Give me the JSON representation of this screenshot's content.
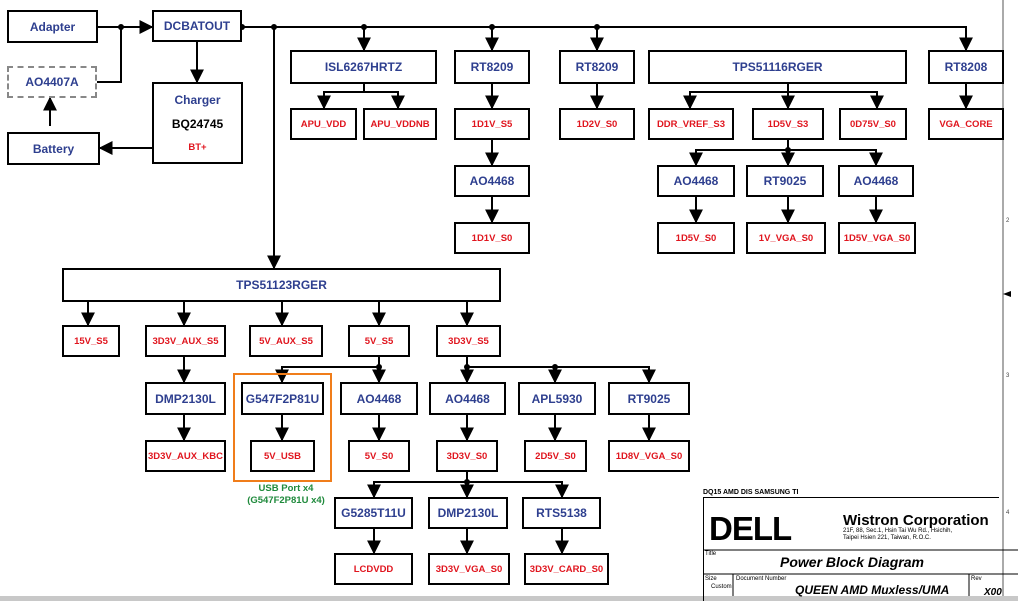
{
  "blocks": {
    "adapter": "Adapter",
    "ao4407a": "AO4407A",
    "battery": "Battery",
    "dcbatout": "DCBATOUT",
    "charger": {
      "title": "Charger",
      "part": "BQ24745",
      "rail": "BT+"
    },
    "isl6267": "ISL6267HRTZ",
    "rt8209_a": "RT8209",
    "rt8209_b": "RT8209",
    "tps51116": "TPS51116RGER",
    "rt8208": "RT8208",
    "apu_vdd": "APU_VDD",
    "apu_vddnb": "APU_VDDNB",
    "v1d1_s5": "1D1V_S5",
    "v1d2_s0": "1D2V_S0",
    "ddr_vref": "DDR_VREF_S3",
    "v1d5_s3": "1D5V_S3",
    "v0d75_s0": "0D75V_S0",
    "vga_core": "VGA_CORE",
    "ao4468_a": "AO4468",
    "ao4468_b": "AO4468",
    "rt9025_a": "RT9025",
    "ao4468_c": "AO4468",
    "v1d1_s0": "1D1V_S0",
    "v1d5_s0": "1D5V_S0",
    "v1_vga": "1V_VGA_S0",
    "v1d5_vga": "1D5V_VGA_S0",
    "tps51123": "TPS51123RGER",
    "v15_s5": "15V_S5",
    "v3d3_aux_s5": "3D3V_AUX_S5",
    "v5_aux_s5": "5V_AUX_S5",
    "v5_s5": "5V_S5",
    "v3d3_s5": "3D3V_S5",
    "dmp2130l_a": "DMP2130L",
    "g547": "G547F2P81U",
    "ao4468_d": "AO4468",
    "ao4468_e": "AO4468",
    "apl5930": "APL5930",
    "rt9025_b": "RT9025",
    "v3d3_aux_kbc": "3D3V_AUX_KBC",
    "v5_usb": "5V_USB",
    "v5_s0": "5V_S0",
    "v3d3_s0": "3D3V_S0",
    "v2d5_s0": "2D5V_S0",
    "v1d8_vga": "1D8V_VGA_S0",
    "g5285": "G5285T11U",
    "dmp2130l_b": "DMP2130L",
    "rts5138": "RTS5138",
    "lcdvdd": "LCDVDD",
    "v3d3_vga": "3D3V_VGA_S0",
    "v3d3_card": "3D3V_CARD_S0"
  },
  "usb_note": {
    "line1": "USB Port x4",
    "line2": "(G547F2P81U x4)"
  },
  "title_block": {
    "header": "DQ15 AMD DIS SAMSUNG TI",
    "logo": "DELL",
    "company": "Wistron Corporation",
    "address1": "21F, 88, Sec.1, Hsin Tai Wu Rd., Hsichih,",
    "address2": "Taipei Hsien 221, Taiwan, R.O.C.",
    "title_label": "Title",
    "title": "Power Block Diagram",
    "size_label": "Size",
    "size": "Custom",
    "docnum_label": "Document Number",
    "docnum": "QUEEN AMD Muxless/UMA",
    "rev_label": "Rev",
    "rev": "X00"
  },
  "margin_ticks": [
    "2",
    "3",
    "4"
  ],
  "colors": {
    "chip": "#2e3f8f",
    "rail": "#e0151e",
    "usb_frame": "#f07d1a",
    "note": "#1f8a3c"
  }
}
